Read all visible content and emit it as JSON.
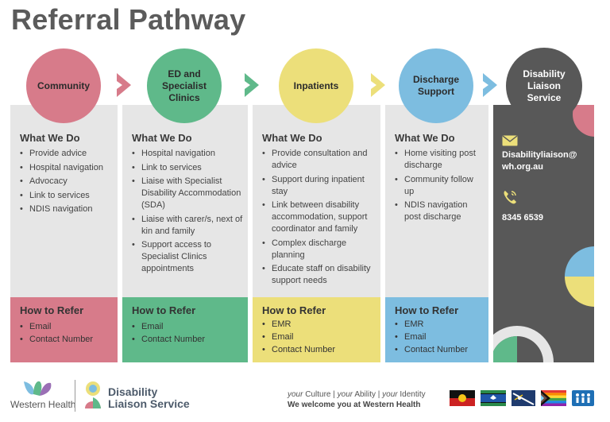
{
  "title": "Referral Pathway",
  "colors": {
    "community": "#d77b8a",
    "ed": "#5fb98a",
    "inpatients": "#ecdf7a",
    "discharge": "#7dbde0",
    "dark": "#585858"
  },
  "stages": [
    {
      "heading": "Community",
      "what_we_do_title": "What We Do",
      "what_we_do": [
        "Provide advice",
        "Hospital navigation",
        "Advocacy",
        "Link to services",
        "NDIS navigation"
      ],
      "how_to_refer_title": "How to Refer",
      "how_to_refer": [
        "Email",
        "Contact Number"
      ]
    },
    {
      "heading": "ED and Specialist Clinics",
      "what_we_do_title": "What We Do",
      "what_we_do": [
        "Hospital navigation",
        "Link to services",
        "Liaise with Specialist Disability Accommodation (SDA)",
        "Liaise with carer/s, next of kin and family",
        "Support access to Specialist Clinics appointments"
      ],
      "how_to_refer_title": "How to Refer",
      "how_to_refer": [
        "Email",
        "Contact Number"
      ]
    },
    {
      "heading": "Inpatients",
      "what_we_do_title": "What We Do",
      "what_we_do": [
        "Provide consultation and advice",
        "Support during inpatient stay",
        "Link between disability accommodation, support coordinator and family",
        "Complex discharge planning",
        "Educate staff on disability support needs"
      ],
      "how_to_refer_title": "How to Refer",
      "how_to_refer": [
        "EMR",
        "Email",
        "Contact Number"
      ]
    },
    {
      "heading": "Discharge Support",
      "what_we_do_title": "What We Do",
      "what_we_do": [
        "Home visiting post discharge",
        "Community follow up",
        "NDIS navigation post discharge"
      ],
      "how_to_refer_title": "How to Refer",
      "how_to_refer": [
        "EMR",
        "Email",
        "Contact Number"
      ]
    }
  ],
  "service": {
    "heading": "Disability Liaison Service",
    "email": "Disabilityliaison@ wh.org.au",
    "phone": "8345 6539",
    "email_icon": "envelope-icon",
    "phone_icon": "phone-icon"
  },
  "footer": {
    "western_health": "Western Health",
    "dls_line1": "Disability",
    "dls_line2": "Liaison Service",
    "tagline_1": "your",
    "tagline_1b": "Culture",
    "tagline_2": "your",
    "tagline_2b": "Ability",
    "tagline_3": "your",
    "tagline_3b": "Identity",
    "welcome": "We welcome you at Western Health"
  }
}
